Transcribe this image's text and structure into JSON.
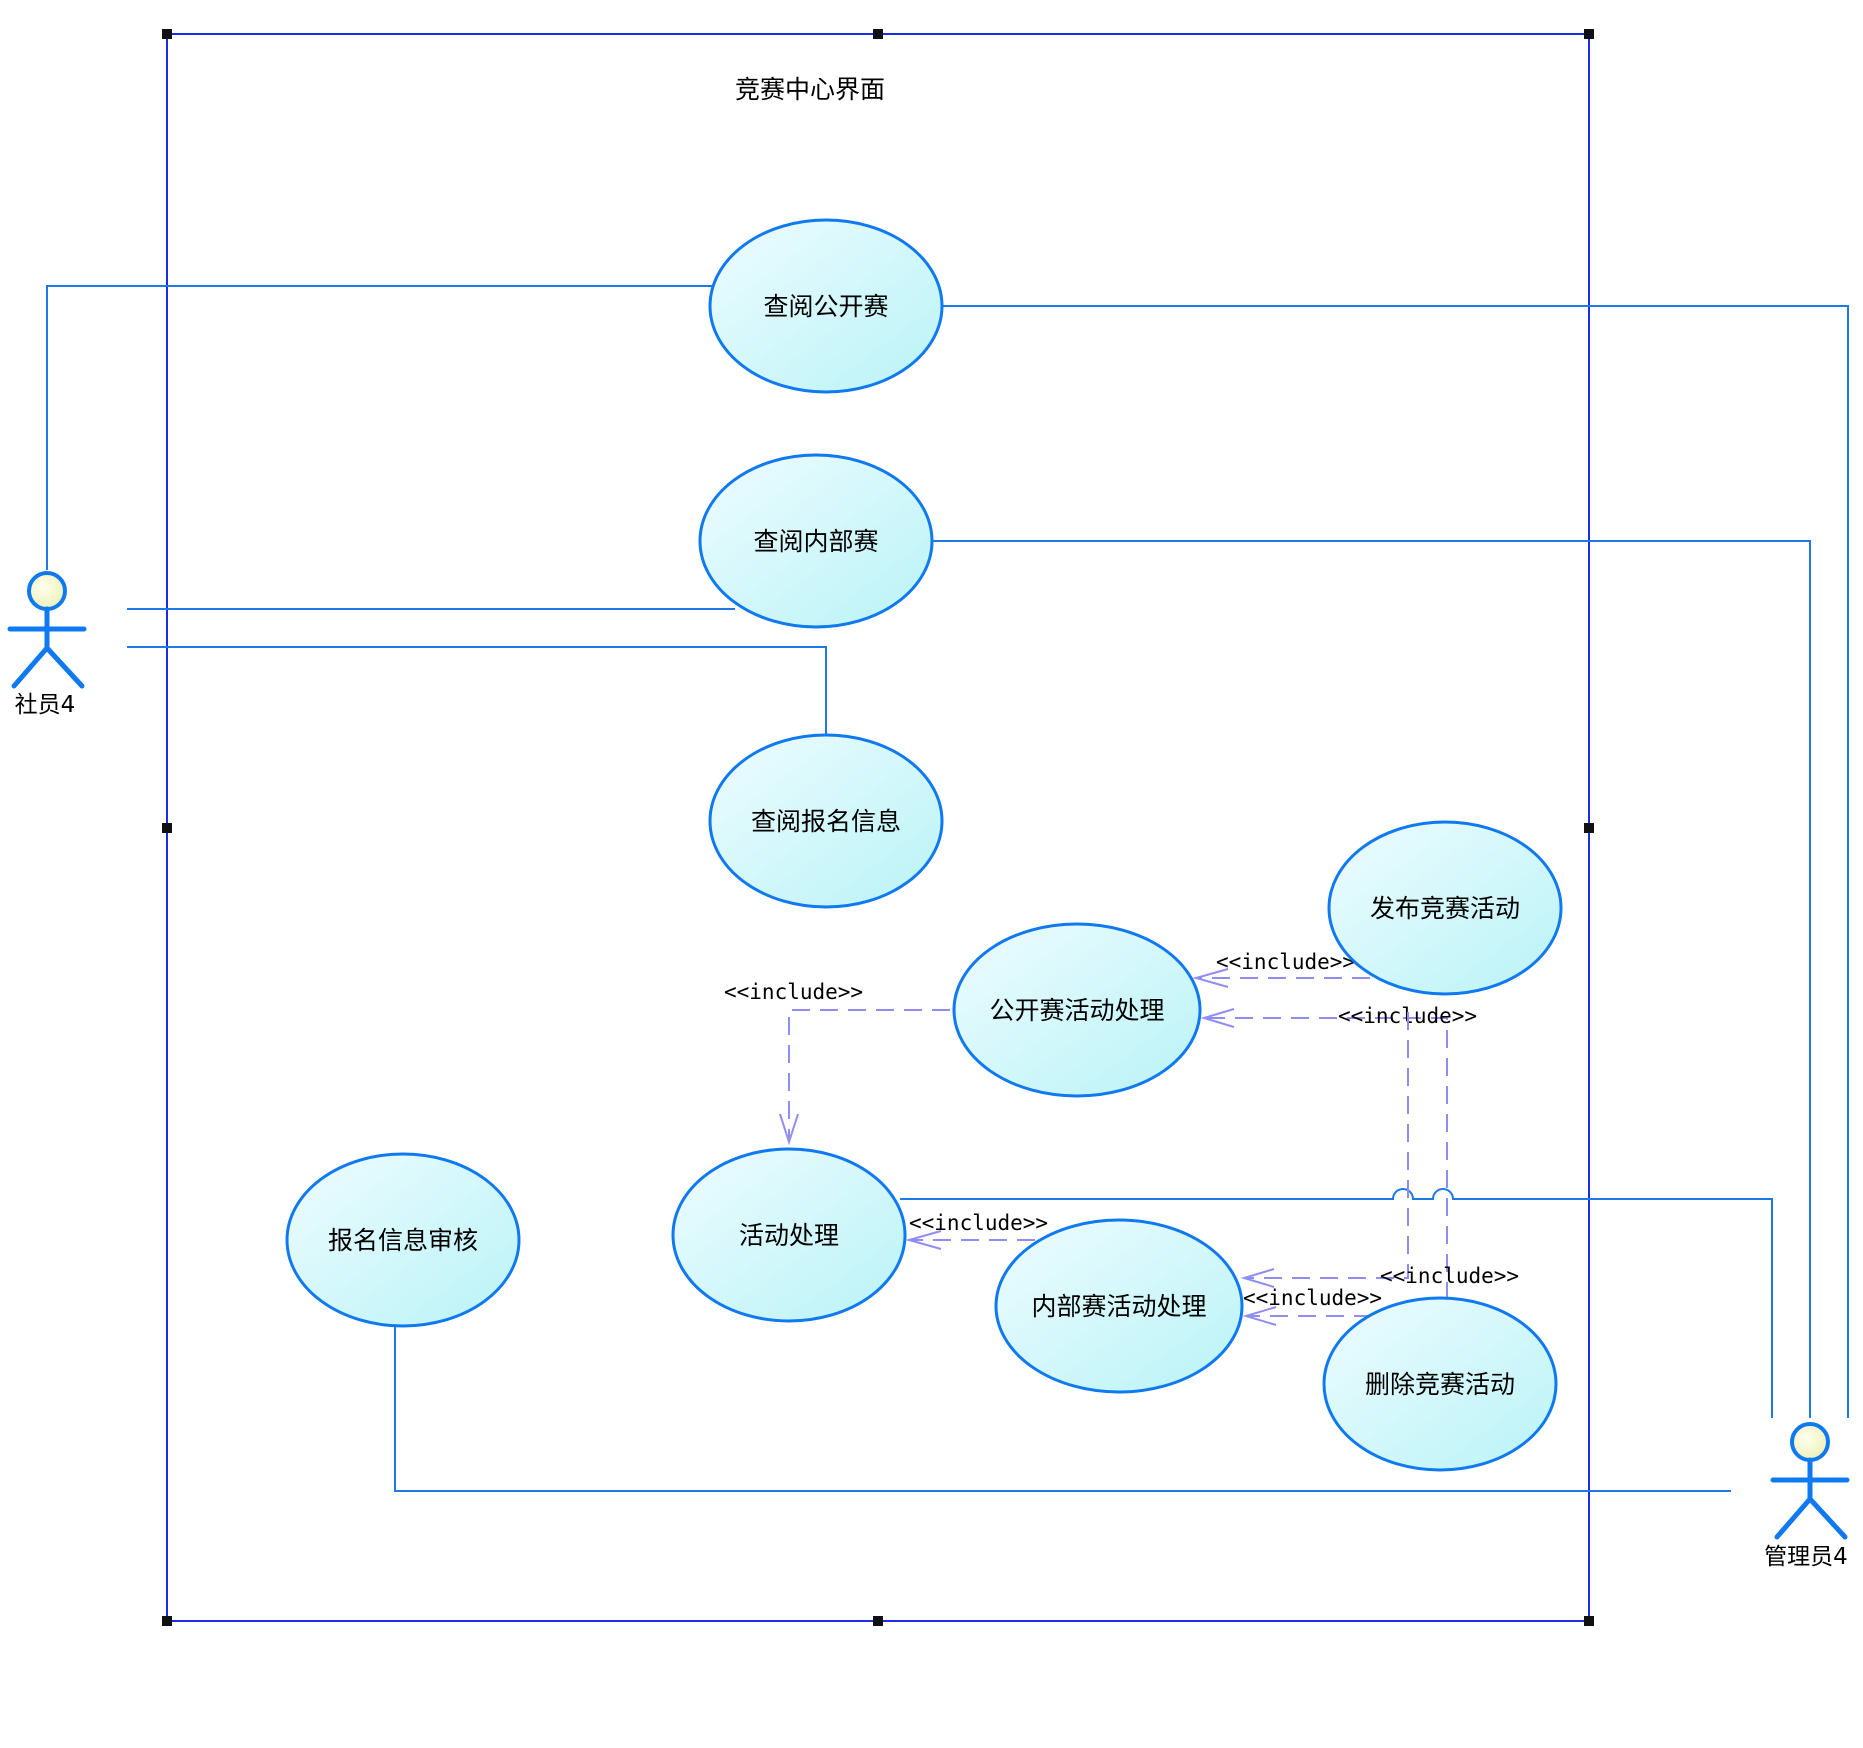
{
  "boundary": {
    "title": "竞赛中心界面"
  },
  "actors": {
    "member": {
      "label": "社员4"
    },
    "admin": {
      "label": "管理员4"
    }
  },
  "use_cases": {
    "view_open": "查阅公开赛",
    "view_internal": "查阅内部赛",
    "view_signup": "查阅报名信息",
    "publish": "发布竞赛活动",
    "open_process": "公开赛活动处理",
    "activity": "活动处理",
    "review": "报名信息审核",
    "internal_process": "内部赛活动处理",
    "delete": "删除竞赛活动"
  },
  "stereotypes": {
    "open_to_activity": "<<include>>",
    "publish_to_open": "<<include>>",
    "delete_to_open": "<<include>>",
    "internal_to_activity": "<<include>>",
    "publish_to_internal": "<<include>>",
    "delete_to_internal": "<<include>>"
  },
  "colors": {
    "association": "#1e78e6",
    "dependency": "#8f8cf2",
    "use_case_fill_start": "#e8fbff",
    "use_case_fill_end": "#bff4f8",
    "use_case_stroke": "#0e79f0",
    "boundary": "#1a2ee8"
  }
}
